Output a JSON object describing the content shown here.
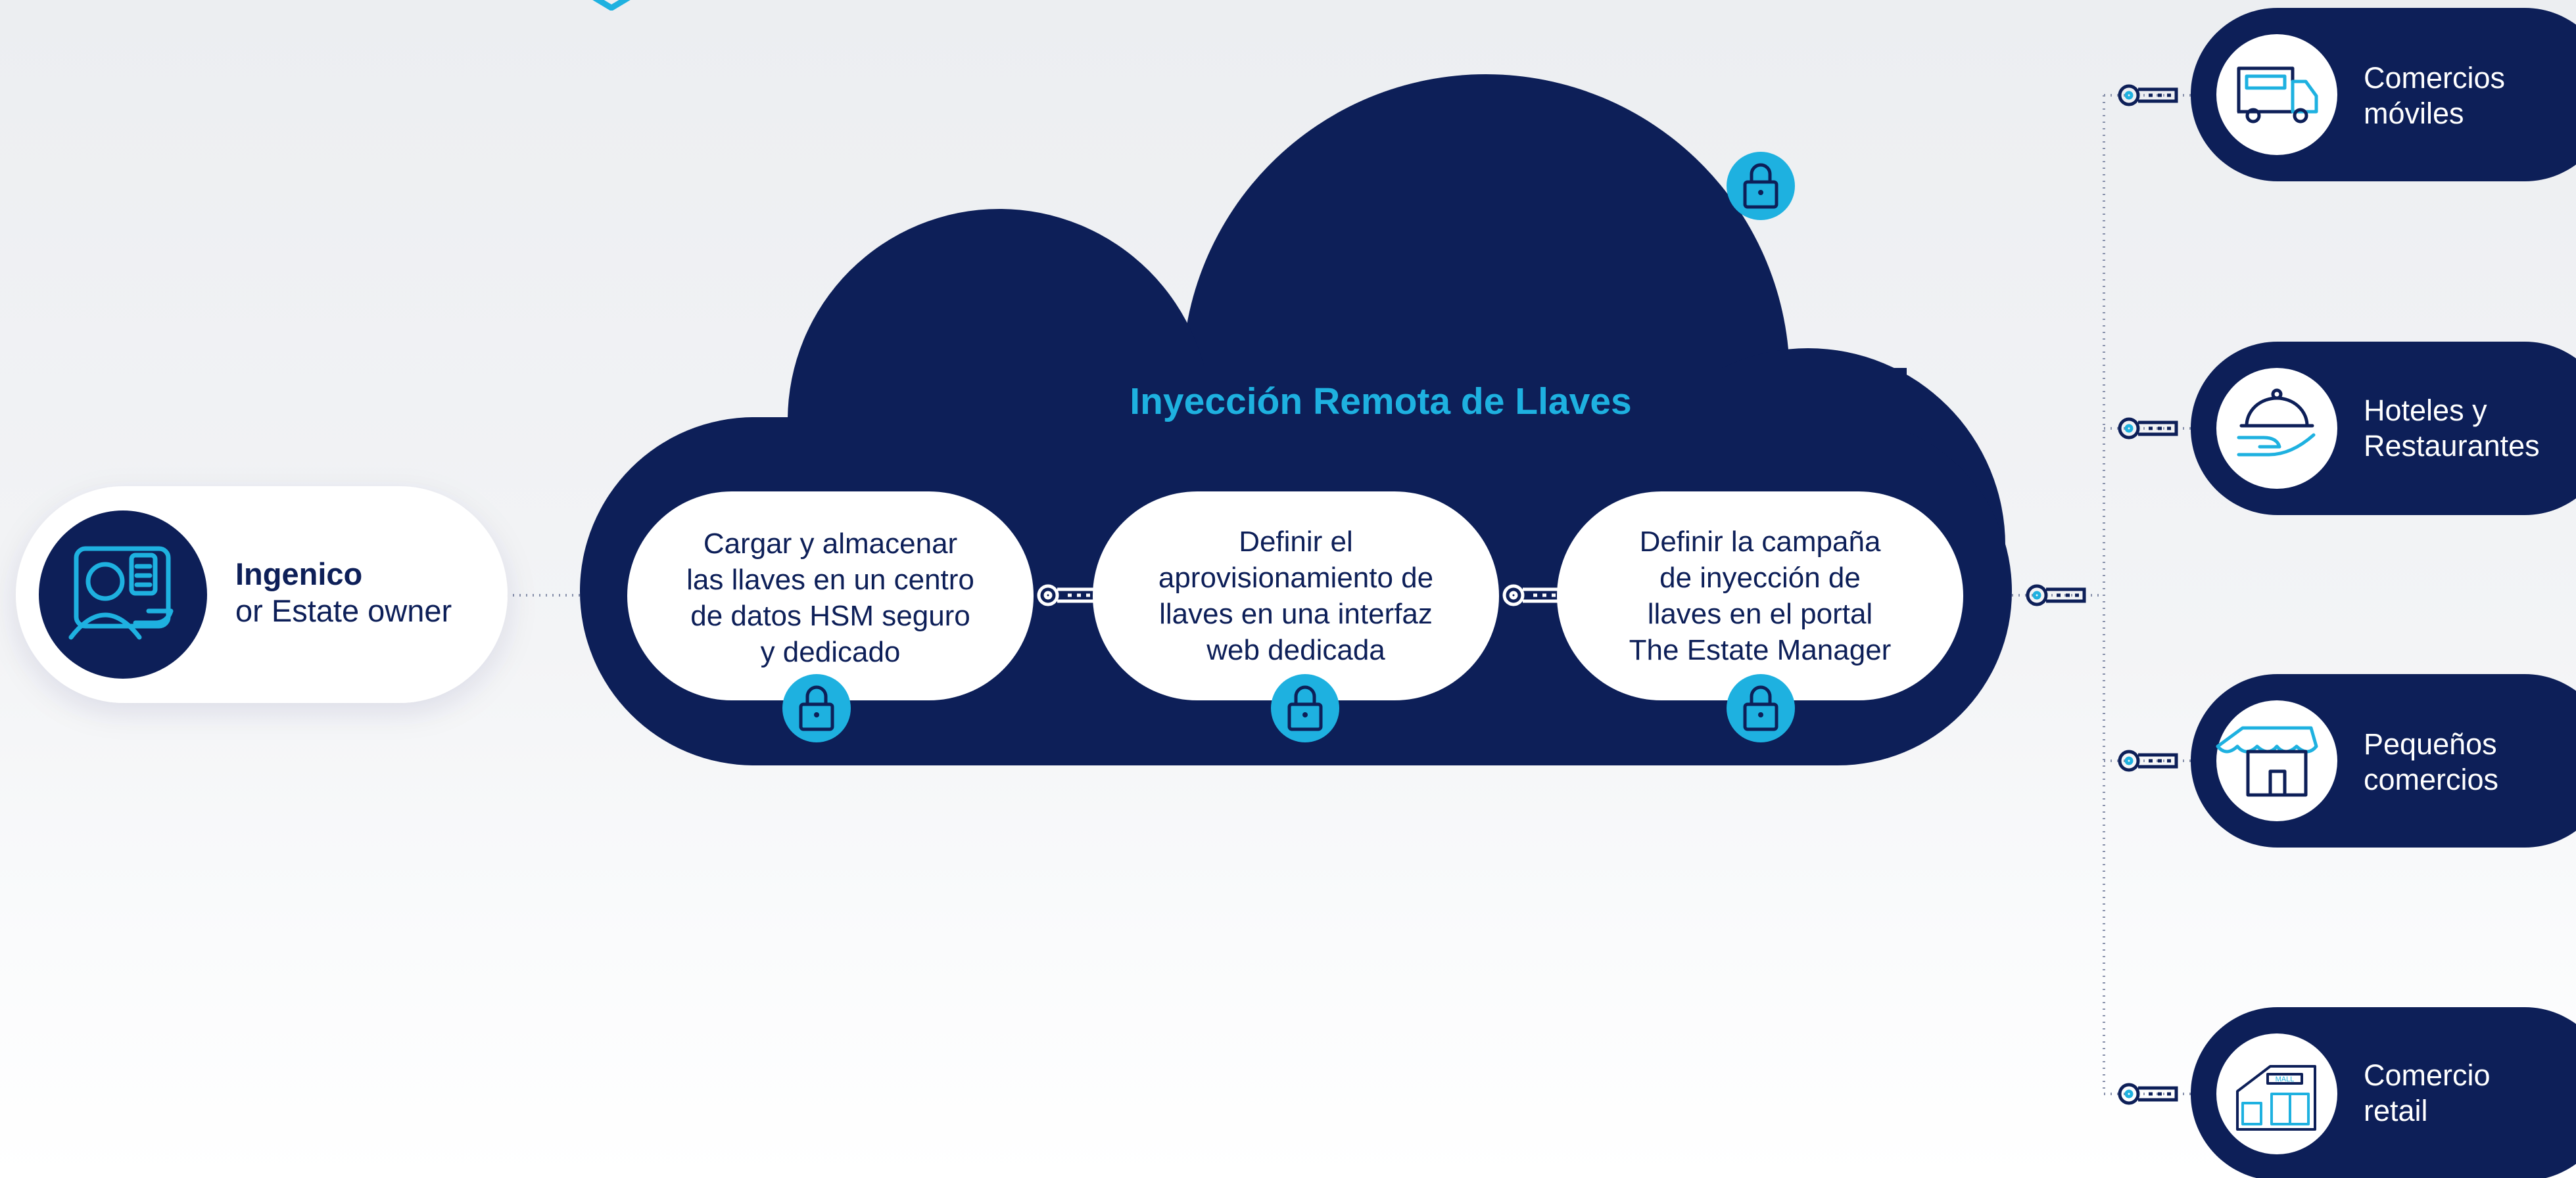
{
  "colors": {
    "navy": "#0d1f58",
    "accent": "#1eb1e0",
    "white": "#ffffff",
    "background": "#eef0f3"
  },
  "cloud": {
    "title": "Inyección Remota de Llaves",
    "steps": [
      {
        "text": "Cargar y almacenar\nlas llaves en un centro\nde datos HSM seguro\ny  dedicado",
        "icon": "padlock-icon"
      },
      {
        "text": "Definir el\naprovisionamiento de\nllaves en una interfaz\nweb dedicada",
        "icon": "padlock-icon"
      },
      {
        "text": "Definir la campaña\nde inyección de\nllaves en el portal\nThe Estate Manager",
        "icon": "padlock-icon"
      }
    ],
    "top_icon": "padlock-icon"
  },
  "owner": {
    "title": "Ingenico",
    "subtitle": "or Estate owner",
    "icon": "terminal-user-icon"
  },
  "segments": [
    {
      "label": "Comercios\nmóviles",
      "icon": "food-truck-icon"
    },
    {
      "label": "Hoteles y\nRestaurantes",
      "icon": "cloche-hand-icon"
    },
    {
      "label": "Pequeños\ncomercios",
      "icon": "storefront-icon"
    },
    {
      "label": "Comercio\nretail",
      "icon": "mall-building-icon"
    }
  ],
  "connector_icon": "key-icon"
}
